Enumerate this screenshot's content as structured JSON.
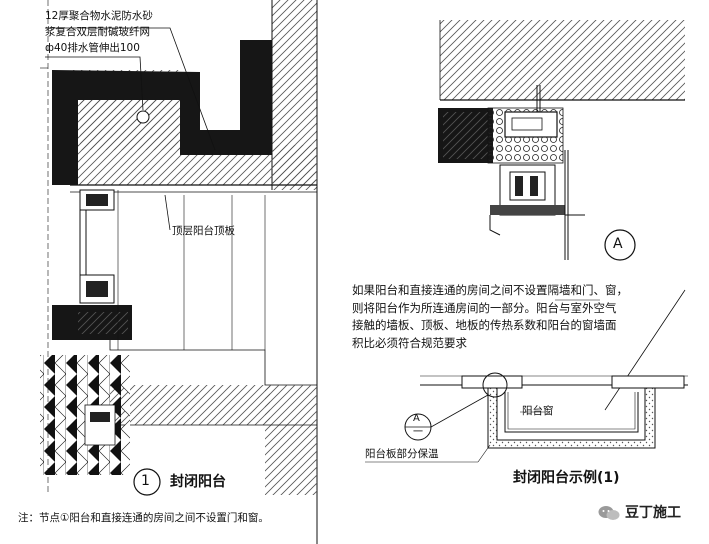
{
  "left_detail": {
    "callout_1": "12厚聚合物水泥防水砂",
    "callout_2": "浆复合双层耐碱玻纤网",
    "callout_3": "ф40排水管伸出100",
    "callout_4": "顶层阳台顶板",
    "marker_number": "1",
    "caption": "封闭阳台"
  },
  "right_detail": {
    "marker_letter": "A",
    "note_lines": [
      "如果阳台和直接连通的房间之间不设置隔墙和门、窗，",
      "则将阳台作为所连通房间的一部分。阳台与室外空气",
      "接触的墙板、顶板、地板的传热系数和阳台的窗墙面",
      "积比必须符合规范要求"
    ],
    "plan_label_window": "阳台窗",
    "plan_label_insulation": "阳台板部分保温",
    "section_marker_top": "A",
    "section_marker_bottom": "一",
    "caption": "封闭阳台示例(1)"
  },
  "footer": {
    "note": "注：节点①阳台和直接连通的房间之间不设置门和窗。",
    "brand": "豆丁施工"
  },
  "colors": {
    "ink": "#111111",
    "hatch": "#555555",
    "fill_dark": "#161616"
  }
}
